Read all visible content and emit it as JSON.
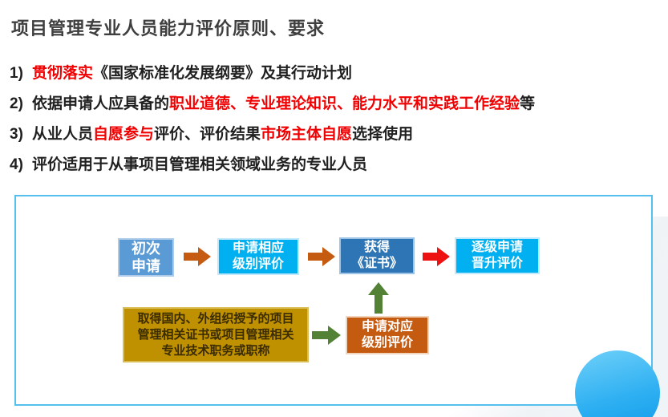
{
  "slide": {
    "title": "项目管理专业人员能力评价原则、要求"
  },
  "points": [
    {
      "number": "1)",
      "segments": [
        {
          "text": "贯彻落实",
          "emphasis": true
        },
        {
          "text": "《国家标准化发展纲要》及其行动计划",
          "emphasis": false
        }
      ]
    },
    {
      "number": "2)",
      "segments": [
        {
          "text": "依据申请人应具备的",
          "emphasis": false
        },
        {
          "text": "职业道德、专业理论知识、能力水平和实践工作经验",
          "emphasis": true
        },
        {
          "text": "等",
          "emphasis": false
        }
      ]
    },
    {
      "number": "3)",
      "segments": [
        {
          "text": "从业人员",
          "emphasis": false
        },
        {
          "text": "自愿参与",
          "emphasis": true
        },
        {
          "text": "评价、评价结果",
          "emphasis": false
        },
        {
          "text": "市场主体自愿",
          "emphasis": true
        },
        {
          "text": "选择使用",
          "emphasis": false
        }
      ]
    },
    {
      "number": "4)",
      "segments": [
        {
          "text": "评价适用于从事项目管理相关领域业务的专业人员",
          "emphasis": false
        }
      ]
    }
  ],
  "flowchart": {
    "nodes": {
      "initial_apply": {
        "lines": [
          "初次",
          "申请"
        ],
        "color": "#5b9bd5"
      },
      "apply_level": {
        "lines": [
          "申请相应",
          "级别评价"
        ],
        "color": "#00b0f0"
      },
      "obtain_certificate": {
        "lines": [
          "获得",
          "《证书》"
        ],
        "color": "#2e75b6"
      },
      "promote_apply": {
        "lines": [
          "逐级申请",
          "晋升评价"
        ],
        "color": "#00b0f0"
      },
      "existing_credentials": {
        "lines": [
          "取得国内、外组织授予的项目",
          "管理相关证书或项目管理相关",
          "专业技术职务或职称"
        ],
        "color": "#bf9000"
      },
      "apply_corresponding_level": {
        "lines": [
          "申请对应",
          "级别评价"
        ],
        "color": "#c55a11"
      }
    },
    "arrows": {
      "step1": {
        "direction": "right",
        "color": "#c55a11"
      },
      "step2": {
        "direction": "right",
        "color": "#c55a11"
      },
      "step3": {
        "direction": "right",
        "color": "#ee1111"
      },
      "up": {
        "direction": "up",
        "color": "#538135"
      },
      "lateral": {
        "direction": "right",
        "color": "#538135"
      }
    }
  },
  "colors": {
    "emphasis_red": "#f00000",
    "body_text": "#1f1f1f",
    "title_text": "#3f3f3f",
    "panel_border": "#55c0ee",
    "circle_top": "#6fd0f9",
    "circle_bottom": "#0f9bea"
  }
}
